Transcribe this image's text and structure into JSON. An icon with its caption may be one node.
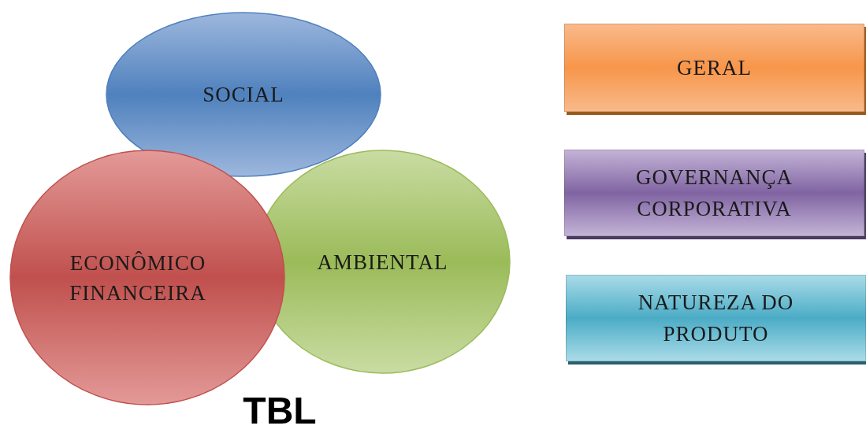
{
  "diagram": {
    "title": "TBL",
    "nodes": [
      {
        "text": [
          "SOCIAL"
        ]
      },
      {
        "text": [
          "AMBIENTAL"
        ]
      },
      {
        "text": [
          "ECONÔMICO FINANCEIRA"
        ]
      },
      {
        "text": [
          "GERAL"
        ]
      },
      {
        "text": [
          "GOVERNANÇA CORPORATIVA"
        ]
      },
      {
        "text": [
          "NATUREZA DO PRODUTO"
        ]
      }
    ]
  }
}
